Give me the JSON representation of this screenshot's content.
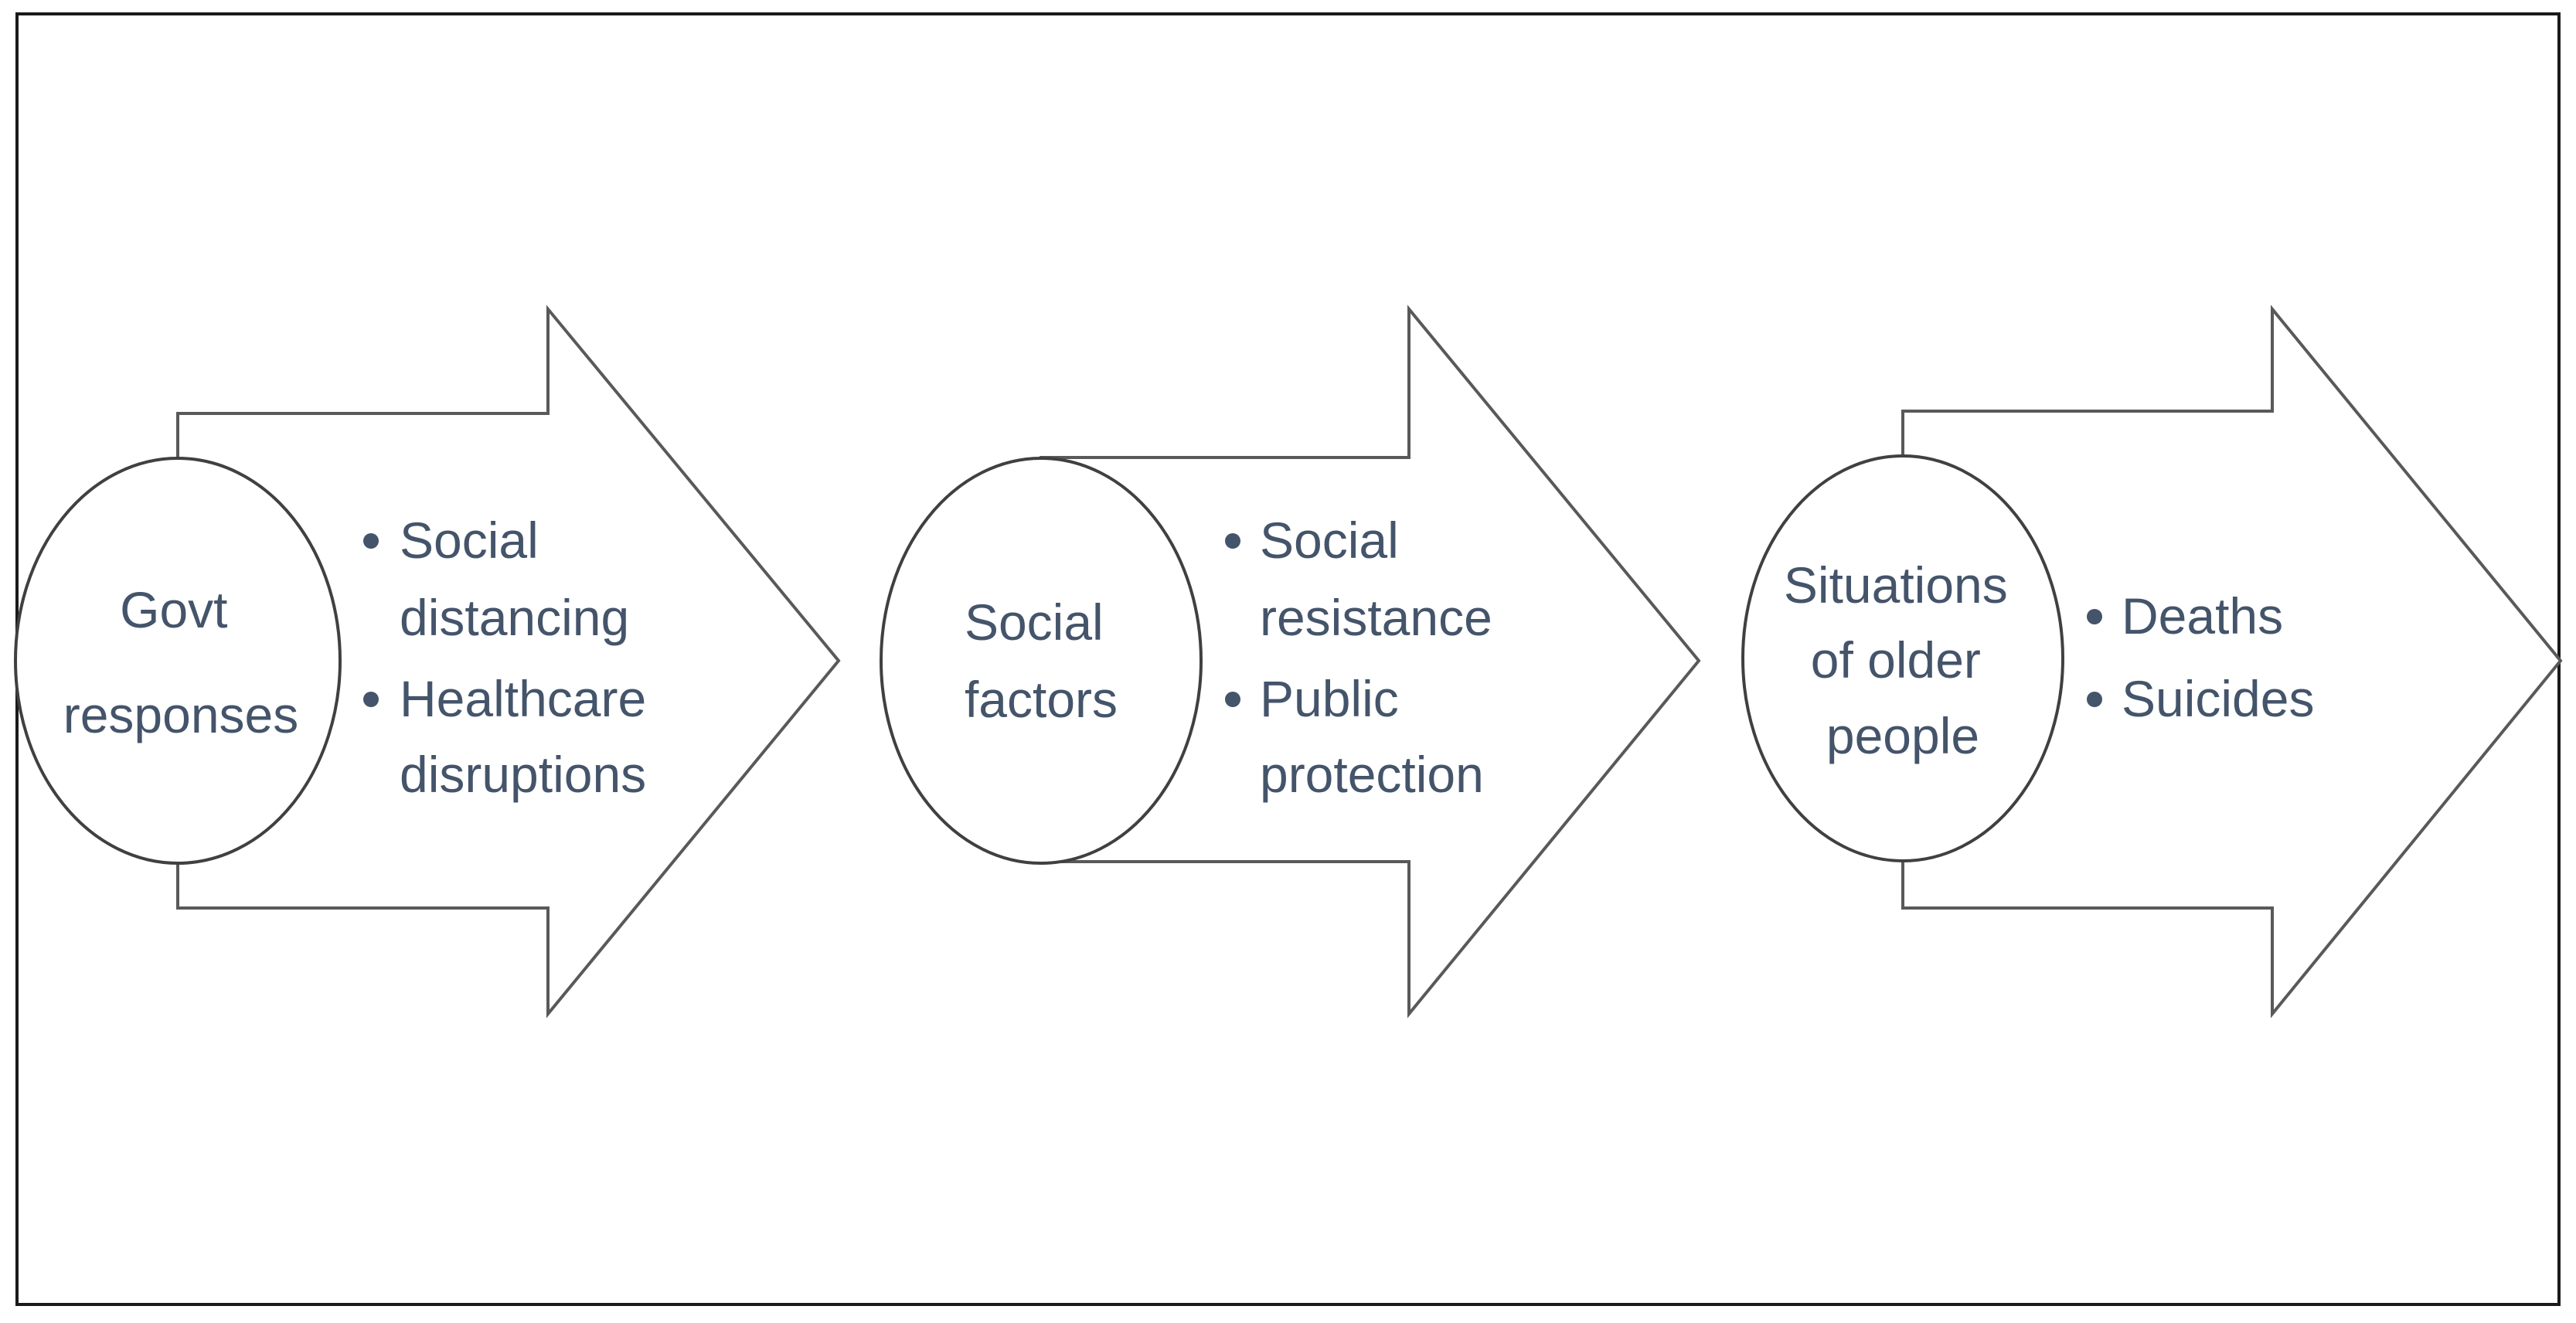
{
  "stages": [
    {
      "label_lines": [
        "Govt",
        "responses"
      ],
      "bullets": [
        [
          "Social",
          "distancing"
        ],
        [
          "Healthcare",
          "disruptions"
        ]
      ]
    },
    {
      "label_lines": [
        "Social",
        "factors"
      ],
      "bullets": [
        [
          "Social",
          "resistance"
        ],
        [
          "Public",
          "protection"
        ]
      ]
    },
    {
      "label_lines": [
        "Situations",
        "of older",
        "people"
      ],
      "bullets": [
        [
          "Deaths"
        ],
        [
          "Suicides"
        ]
      ]
    }
  ],
  "colors": {
    "text": "#44546a",
    "arrow_outline": "#595959",
    "circle_outline": "#404040",
    "frame_border": "#1a1a1a"
  }
}
